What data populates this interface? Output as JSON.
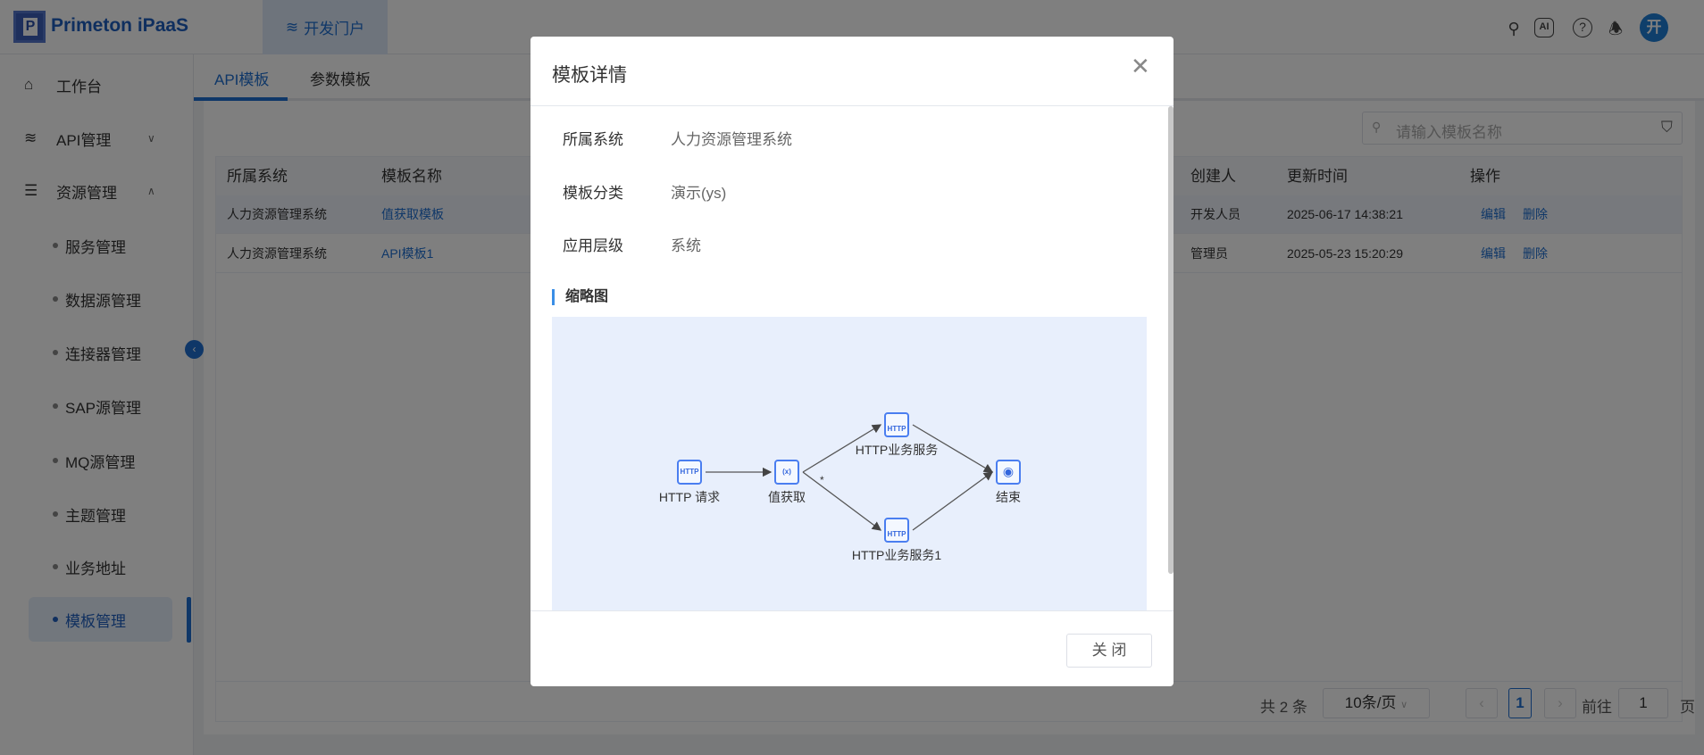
{
  "header": {
    "brand": "Primeton iPaaS",
    "logo_letter": "P",
    "portal_tab": "开发门户",
    "avatar": "开",
    "icons": [
      "search-icon",
      "ai-icon",
      "help-icon",
      "bell-icon"
    ]
  },
  "sidebar": {
    "items": [
      {
        "label": "工作台",
        "icon": "home-icon"
      },
      {
        "label": "API管理",
        "icon": "layers-icon"
      },
      {
        "label": "资源管理",
        "icon": "server-icon"
      }
    ],
    "sub_items": [
      "服务管理",
      "数据源管理",
      "连接器管理",
      "SAP源管理",
      "MQ源管理",
      "主题管理",
      "业务地址",
      "模板管理"
    ]
  },
  "tabs": [
    "API模板",
    "参数模板"
  ],
  "search": {
    "placeholder": "请输入模板名称"
  },
  "table": {
    "headers": [
      "所属系统",
      "模板名称",
      "创建人",
      "更新时间",
      "操作"
    ],
    "rows": [
      {
        "system": "人力资源管理系统",
        "name": "值获取模板",
        "creator": "开发人员",
        "updated": "2025-06-17 14:38:21",
        "edit": "编辑",
        "delete": "删除"
      },
      {
        "system": "人力资源管理系统",
        "name": "API模板1",
        "creator": "管理员",
        "updated": "2025-05-23 15:20:29",
        "edit": "编辑",
        "delete": "删除"
      }
    ]
  },
  "pagination": {
    "total": "共 2 条",
    "page_size": "10条/页",
    "current": "1",
    "goto_label": "前往",
    "goto_value": "1",
    "page_suffix": "页"
  },
  "modal": {
    "title": "模板详情",
    "fields": [
      {
        "label": "所属系统",
        "value": "人力资源管理系统"
      },
      {
        "label": "模板分类",
        "value": "演示(ys)"
      },
      {
        "label": "应用层级",
        "value": "系统"
      }
    ],
    "section": "缩略图",
    "close_button": "关 闭",
    "diagram": {
      "nodes": [
        {
          "label": "HTTP 请求",
          "icon": "HTTP"
        },
        {
          "label": "值获取",
          "icon": "(x)"
        },
        {
          "label": "HTTP业务服务",
          "icon": "HTTP"
        },
        {
          "label": "HTTP业务服务1",
          "icon": "HTTP"
        },
        {
          "label": "结束",
          "icon": "stop"
        }
      ],
      "edge_label": "*"
    }
  }
}
